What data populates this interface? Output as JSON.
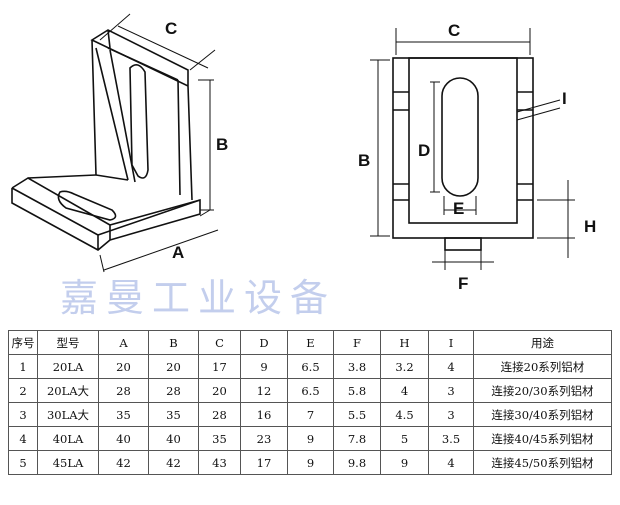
{
  "watermark": "嘉曼工业设备",
  "left_view": {
    "labels": [
      "C",
      "B",
      "A"
    ]
  },
  "right_view": {
    "labels": [
      "C",
      "B",
      "D",
      "E",
      "I",
      "H",
      "F"
    ]
  },
  "table": {
    "headers": [
      "序号",
      "型号",
      "A",
      "B",
      "C",
      "D",
      "E",
      "F",
      "H",
      "I",
      "用途"
    ],
    "rows": [
      [
        "1",
        "20LA",
        "20",
        "20",
        "17",
        "9",
        "6.5",
        "3.8",
        "3.2",
        "4",
        "连接20系列铝材"
      ],
      [
        "2",
        "20LA大",
        "28",
        "28",
        "20",
        "12",
        "6.5",
        "5.8",
        "4",
        "3",
        "连接20/30系列铝材"
      ],
      [
        "3",
        "30LA大",
        "35",
        "35",
        "28",
        "16",
        "7",
        "5.5",
        "4.5",
        "3",
        "连接30/40系列铝材"
      ],
      [
        "4",
        "40LA",
        "40",
        "40",
        "35",
        "23",
        "9",
        "7.8",
        "5",
        "3.5",
        "连接40/45系列铝材"
      ],
      [
        "5",
        "45LA",
        "42",
        "42",
        "43",
        "17",
        "9",
        "9.8",
        "9",
        "4",
        "连接45/50系列铝材"
      ]
    ]
  }
}
